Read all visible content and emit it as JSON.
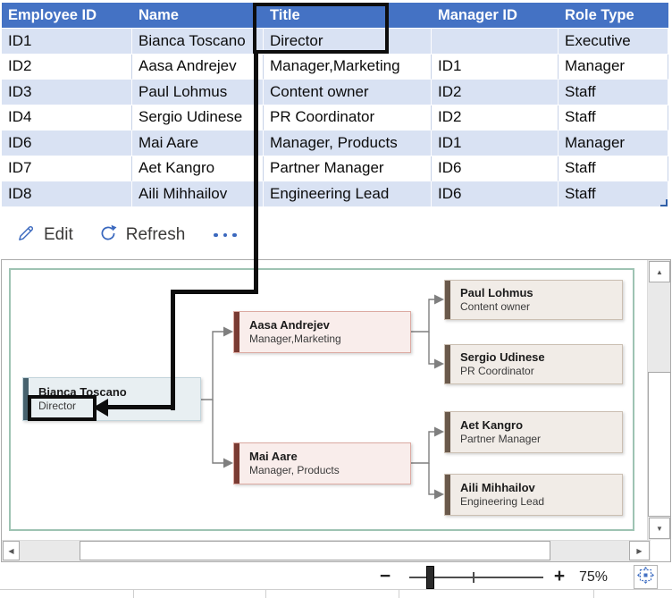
{
  "table": {
    "headers": [
      "Employee ID",
      "Name",
      "Title",
      "Manager ID",
      "Role Type"
    ],
    "rows": [
      [
        "ID1",
        "Bianca Toscano",
        "Director",
        "",
        "Executive"
      ],
      [
        "ID2",
        "Aasa Andrejev",
        "Manager,Marketing",
        "ID1",
        "Manager"
      ],
      [
        "ID3",
        "Paul Lohmus",
        "Content owner",
        "ID2",
        "Staff"
      ],
      [
        "ID4",
        "Sergio Udinese",
        "PR Coordinator",
        "ID2",
        "Staff"
      ],
      [
        "ID6",
        "Mai Aare",
        "Manager, Products",
        "ID1",
        "Manager"
      ],
      [
        "ID7",
        "Aet Kangro",
        "Partner Manager",
        "ID6",
        "Staff"
      ],
      [
        "ID8",
        "Aili Mihhailov",
        "Engineering Lead",
        "ID6",
        "Staff"
      ]
    ]
  },
  "toolbar": {
    "edit_label": "Edit",
    "refresh_label": "Refresh",
    "more_icon": "ellipsis-icon"
  },
  "org_chart": {
    "nodes": [
      {
        "name": "Bianca Toscano",
        "title": "Director"
      },
      {
        "name": "Aasa Andrejev",
        "title": "Manager,Marketing"
      },
      {
        "name": "Mai Aare",
        "title": "Manager, Products"
      },
      {
        "name": "Paul Lohmus",
        "title": "Content owner"
      },
      {
        "name": "Sergio Udinese",
        "title": "PR Coordinator"
      },
      {
        "name": "Aet Kangro",
        "title": "Partner Manager"
      },
      {
        "name": "Aili Mihhailov",
        "title": "Engineering Lead"
      }
    ]
  },
  "scrollbar": {
    "up": "▲",
    "down": "▼",
    "left": "◀",
    "right": "▶"
  },
  "zoom_bar": {
    "minus": "−",
    "plus": "+",
    "level": "75%"
  },
  "colors": {
    "header_blue": "#4472C4",
    "band_blue": "#D9E2F3",
    "accent_blue": "#3A68BE",
    "canvas_border_teal": "#9EC3B3",
    "node_blue_bar": "#47626E",
    "node_pink_bar": "#7A3B33",
    "node_tan_bar": "#6A594B"
  }
}
